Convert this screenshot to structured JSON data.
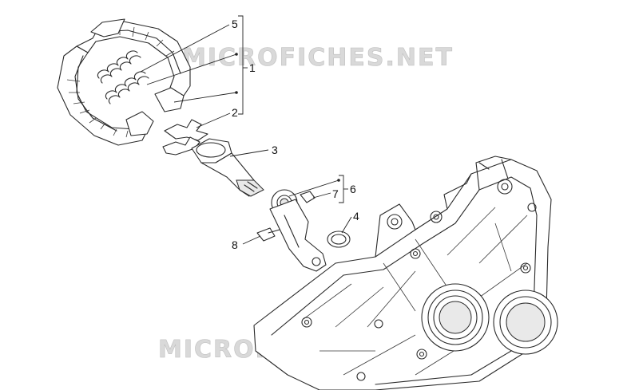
{
  "watermark": {
    "text_top": "MICROFICHES.NET",
    "text_bottom": "MICROFICHES.NET"
  },
  "callouts": [
    {
      "id": "c5",
      "label": "5"
    },
    {
      "id": "c1",
      "label": "1"
    },
    {
      "id": "c2",
      "label": "2"
    },
    {
      "id": "c3",
      "label": "3"
    },
    {
      "id": "c6",
      "label": "6"
    },
    {
      "id": "c7",
      "label": "7"
    },
    {
      "id": "c4",
      "label": "4"
    },
    {
      "id": "c8",
      "label": "8"
    }
  ]
}
